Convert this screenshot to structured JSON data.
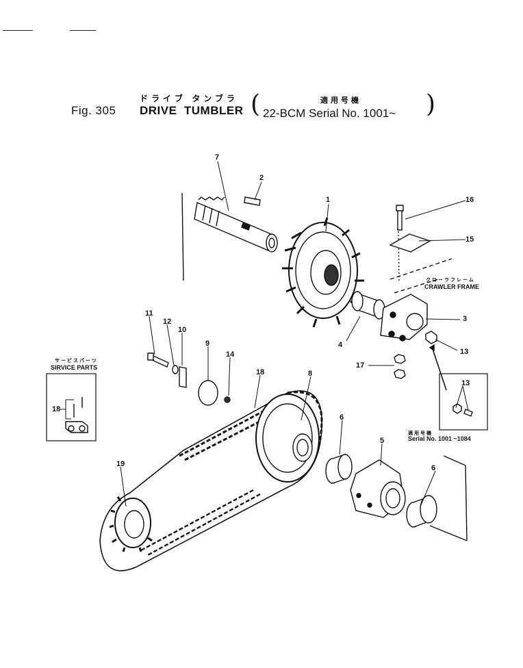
{
  "header": {
    "fig_label": "Fig. 305",
    "title_jp": "ドライブ タンブラ",
    "title_en": "DRIVE  TUMBLER",
    "applicability_jp": "適用号機",
    "serial_text": "22-BCM Serial No. 1001~"
  },
  "parts": {
    "p1": "1",
    "p2": "2",
    "p3": "3",
    "p4": "4",
    "p5": "5",
    "p6a": "6",
    "p6b": "6",
    "p7": "7",
    "p8": "8",
    "p9": "9",
    "p10": "10",
    "p11": "11",
    "p12": "12",
    "p13a": "13",
    "p13b": "13",
    "p14": "14",
    "p15": "15",
    "p16": "16",
    "p17": "17",
    "p18a": "18",
    "p18b": "18",
    "p19": "19"
  },
  "crawler_frame": {
    "jp": "クローラフレーム",
    "en": "CRAWLER FRAME"
  },
  "service_parts": {
    "jp": "サービスパーツ",
    "en": "SIRVICE PARTS"
  },
  "inset_serial": {
    "jp": "適用号機",
    "en": "Serial No. 1001 ~1084"
  },
  "colors": {
    "ink": "#111111",
    "background": "#ffffff"
  }
}
